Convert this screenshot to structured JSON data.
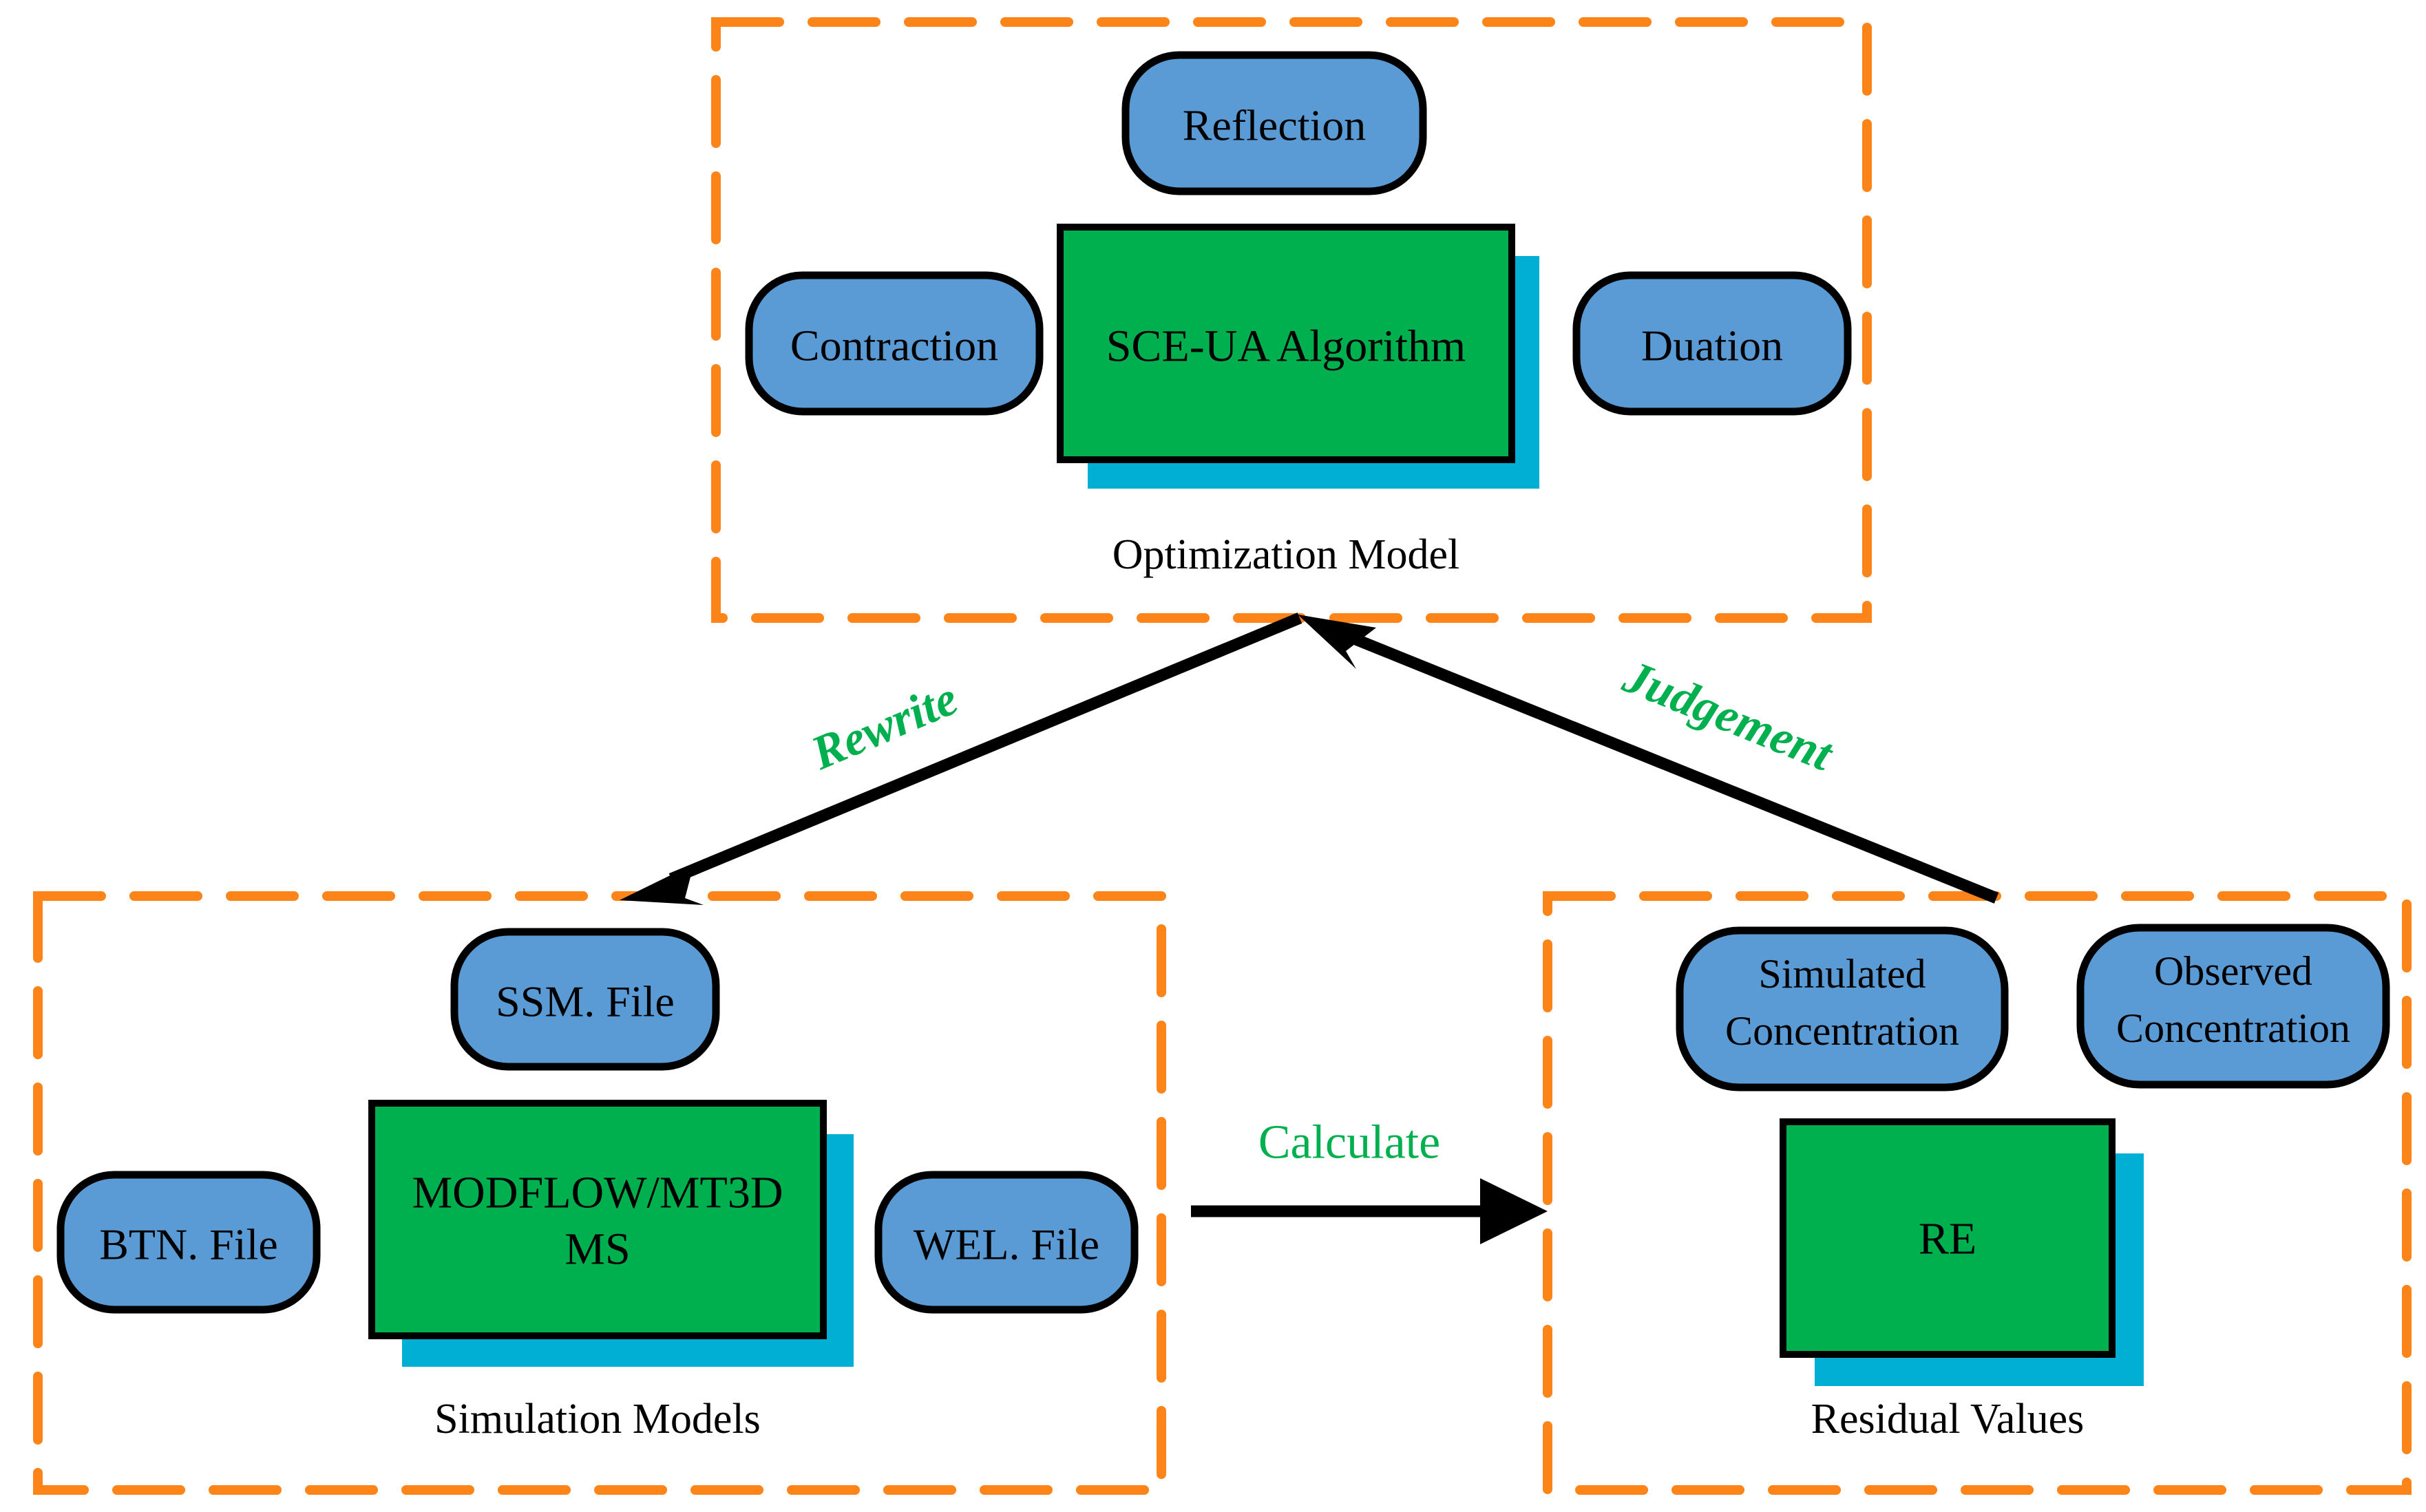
{
  "colors": {
    "panel_border": "#FC8418",
    "pill_fill": "#5B9BD5",
    "pill_stroke": "#000000",
    "slab_front": "#00B04F",
    "slab_back": "#00AFD3",
    "slab_stroke": "#000000",
    "arrow": "#000000",
    "edge_label": "#00B04F",
    "background": "#FFFFFF",
    "text": "#000000"
  },
  "panels": [
    {
      "id": "optimization-model",
      "caption": "Optimization Model",
      "slab": {
        "label": "SCE-UA Algorithm"
      },
      "pills": [
        {
          "id": "reflection",
          "label": "Reflection"
        },
        {
          "id": "contraction",
          "label": "Contraction"
        },
        {
          "id": "duation",
          "label": "Duation"
        }
      ]
    },
    {
      "id": "simulation-models",
      "caption": "Simulation Models",
      "slab": {
        "label_line1": "MODFLOW/MT3D",
        "label_line2": "MS"
      },
      "pills": [
        {
          "id": "ssm-file",
          "label": "SSM. File"
        },
        {
          "id": "btn-file",
          "label": "BTN. File"
        },
        {
          "id": "wel-file",
          "label": "WEL. File"
        }
      ]
    },
    {
      "id": "residual-values",
      "caption": "Residual Values",
      "slab": {
        "label": "RE"
      },
      "pills": [
        {
          "id": "simulated-concentration",
          "label_line1": "Simulated",
          "label_line2": "Concentration"
        },
        {
          "id": "observed-concentration",
          "label_line1": "Observed",
          "label_line2": "Concentration"
        }
      ]
    }
  ],
  "edges": [
    {
      "id": "rewrite",
      "label": "Rewrite",
      "from": "optimization-model",
      "to": "simulation-models"
    },
    {
      "id": "judgement",
      "label": "Judgement",
      "from": "residual-values",
      "to": "optimization-model"
    },
    {
      "id": "calculate",
      "label": "Calculate",
      "from": "simulation-models",
      "to": "residual-values"
    }
  ]
}
